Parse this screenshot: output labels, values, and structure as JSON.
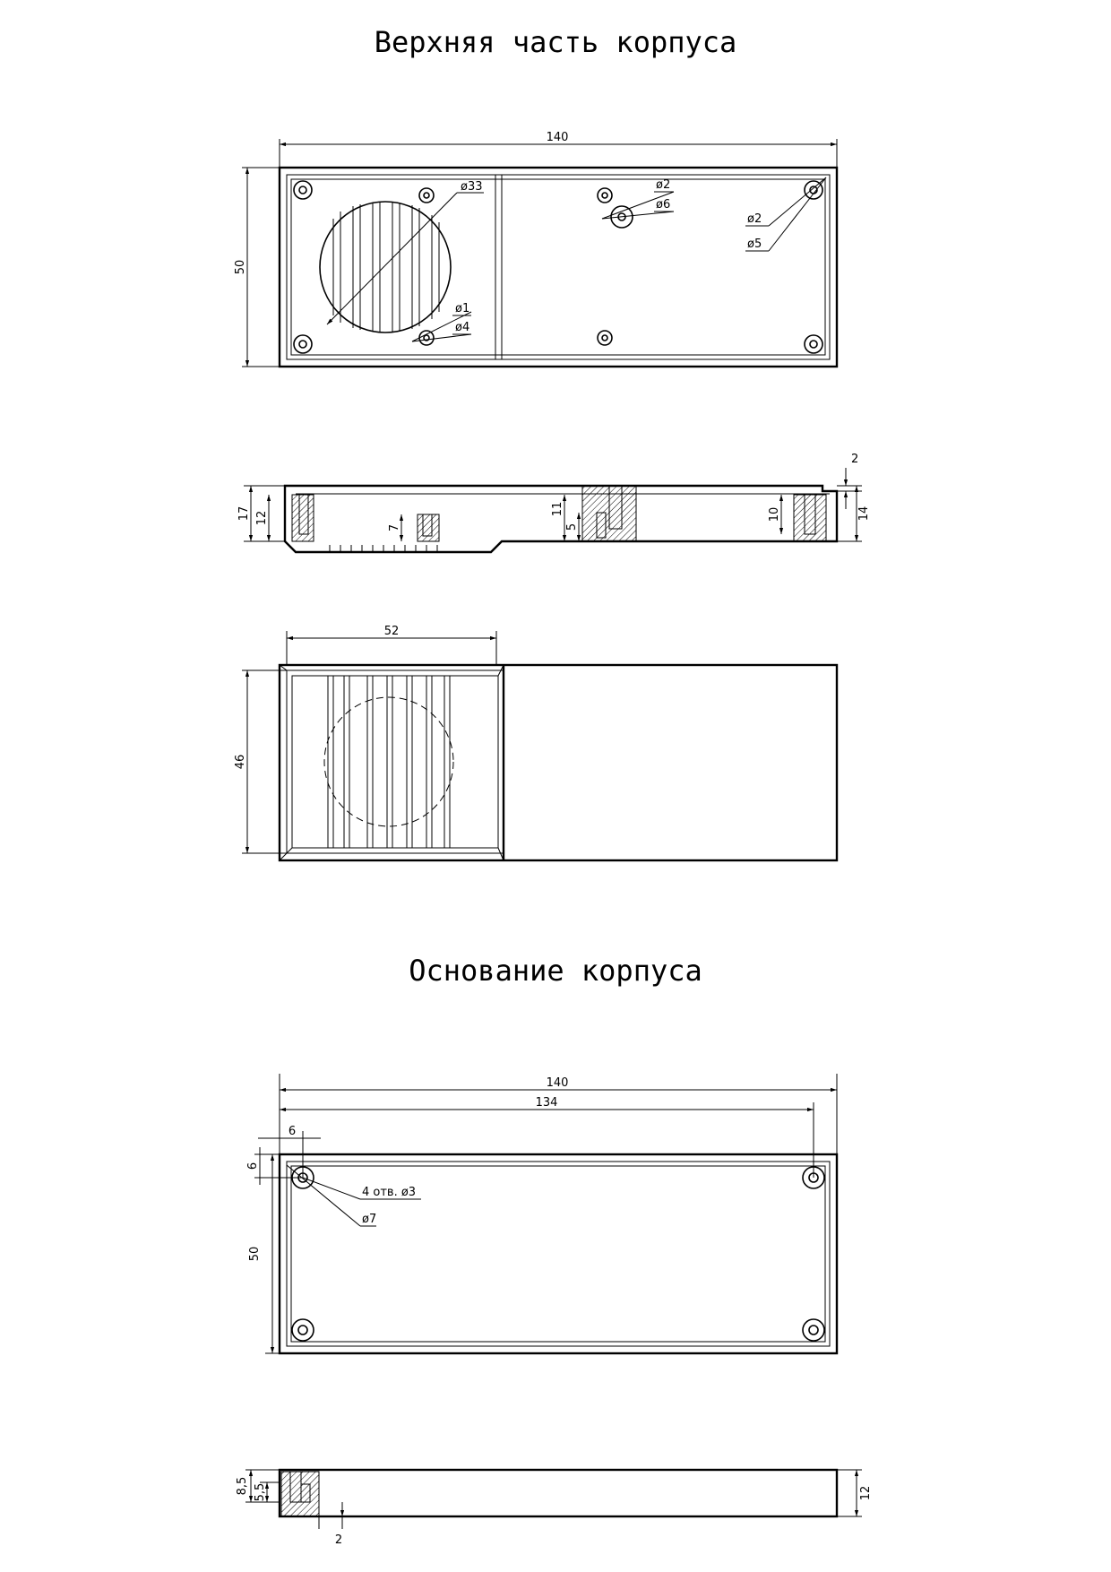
{
  "titles": {
    "top": "Верхняя часть корпуса",
    "base": "Основание корпуса"
  },
  "dims": {
    "top_length": "140",
    "top_height": "50",
    "fan_dia": "ø33",
    "hole_d1": "ø1",
    "hole_d4": "ø4",
    "hole_d2a": "ø2",
    "hole_d6": "ø6",
    "hole_d2b": "ø2",
    "hole_d5": "ø5",
    "side_17": "17",
    "side_12": "12",
    "side_7": "7",
    "side_11": "11",
    "side_5": "5",
    "side_10": "10",
    "side_2": "2",
    "side_14": "14",
    "view_52": "52",
    "view_46": "46",
    "base_140": "140",
    "base_134": "134",
    "base_6a": "6",
    "base_6b": "6",
    "base_50": "50",
    "base_holes": "4 отв. ø3",
    "base_d7": "ø7",
    "bs_85": "8,5",
    "bs_55": "5,5",
    "bs_2": "2",
    "bs_12": "12"
  }
}
